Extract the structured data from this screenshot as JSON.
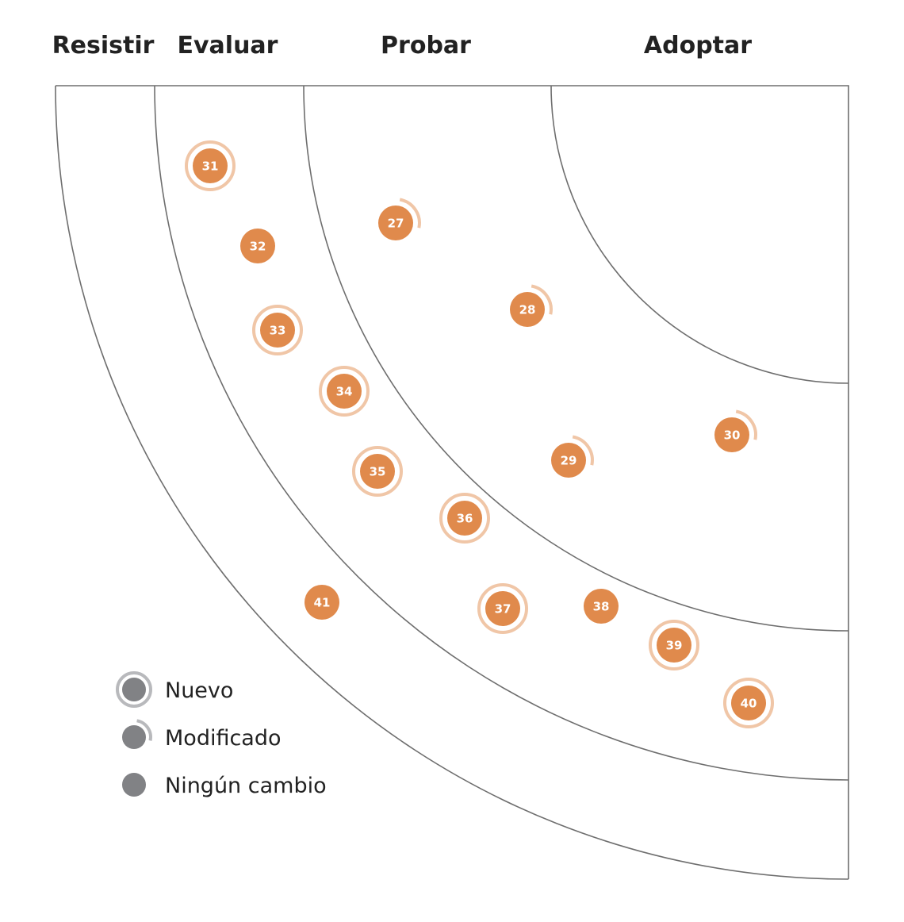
{
  "rings": [
    {
      "id": "resistir",
      "label": "Resistir"
    },
    {
      "id": "evaluar",
      "label": "Evaluar"
    },
    {
      "id": "probar",
      "label": "Probar"
    },
    {
      "id": "adoptar",
      "label": "Adoptar"
    }
  ],
  "blips": [
    {
      "number": "27",
      "ring": "probar",
      "status": "modified"
    },
    {
      "number": "28",
      "ring": "probar",
      "status": "modified"
    },
    {
      "number": "29",
      "ring": "probar",
      "status": "modified"
    },
    {
      "number": "30",
      "ring": "probar",
      "status": "modified"
    },
    {
      "number": "31",
      "ring": "evaluar",
      "status": "new"
    },
    {
      "number": "32",
      "ring": "evaluar",
      "status": "unchanged"
    },
    {
      "number": "33",
      "ring": "evaluar",
      "status": "new"
    },
    {
      "number": "34",
      "ring": "evaluar",
      "status": "new"
    },
    {
      "number": "35",
      "ring": "evaluar",
      "status": "new"
    },
    {
      "number": "36",
      "ring": "evaluar",
      "status": "new"
    },
    {
      "number": "37",
      "ring": "evaluar",
      "status": "new"
    },
    {
      "number": "38",
      "ring": "evaluar",
      "status": "unchanged"
    },
    {
      "number": "39",
      "ring": "evaluar",
      "status": "new"
    },
    {
      "number": "40",
      "ring": "evaluar",
      "status": "new"
    },
    {
      "number": "41",
      "ring": "resistir",
      "status": "unchanged"
    }
  ],
  "legend": [
    {
      "status": "new",
      "label": "Nuevo"
    },
    {
      "status": "modified",
      "label": "Modificado"
    },
    {
      "status": "unchanged",
      "label": "Ningún cambio"
    }
  ],
  "colors": {
    "blip": "#e08a4c",
    "blip_ring": "#f0c6a7",
    "legend_dot": "#818285",
    "legend_ring": "#b8b9bc",
    "lines": "#6e6e6e"
  }
}
